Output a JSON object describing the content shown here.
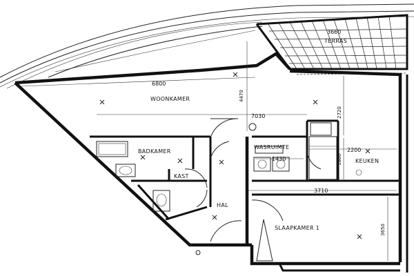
{
  "rooms": {
    "woonkamer": "WOONKAMER",
    "terras": "TERRAS",
    "badkamer": "BADKAMER",
    "kast": "KAST",
    "hal": "HAL",
    "wasruimte": "WASRUIMTE",
    "keuken": "KEUKEN",
    "slaapkamer": "SLAAPKAMER 1"
  },
  "dimensions": {
    "terras_width": "3660",
    "woonkamer_width": "6800",
    "woonkamer_depth": "4470",
    "overall_width": "7030",
    "kitchen_depth": "2720",
    "kitchen_width": "2200",
    "wasruimte_width": "1430",
    "wasruimte_depth": "1880",
    "slaapkamer_width": "3710",
    "slaapkamer_depth": "3650"
  }
}
